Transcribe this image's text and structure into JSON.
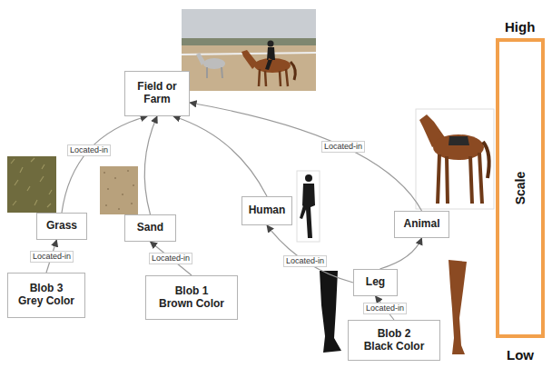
{
  "diagram": {
    "nodes": [
      {
        "text": [
          "Field or Farm"
        ]
      },
      {
        "text": [
          "Grass"
        ]
      },
      {
        "text": [
          "Sand"
        ]
      },
      {
        "text": [
          "Human"
        ]
      },
      {
        "text": [
          "Animal"
        ]
      },
      {
        "text": [
          "Blob 3 Grey Color"
        ]
      },
      {
        "text": [
          "Blob 1 Brown Color"
        ]
      },
      {
        "text": [
          "Leg"
        ]
      },
      {
        "text": [
          "Blob 2 Black Color"
        ]
      }
    ],
    "edges": [
      {
        "from": 1,
        "to": 0,
        "label": "Located-in",
        "arrow": "to"
      },
      {
        "from": 2,
        "to": 0,
        "arrow": "to"
      },
      {
        "from": 3,
        "to": 0,
        "arrow": "to"
      },
      {
        "from": 4,
        "to": 0,
        "label": "Located-in",
        "arrow": "to"
      },
      {
        "from": 5,
        "to": 1,
        "label": "Located-in",
        "arrow": "to"
      },
      {
        "from": 6,
        "to": 2,
        "label": "Located-in",
        "arrow": "to"
      },
      {
        "from": 7,
        "to": 3,
        "label": "Located-in",
        "arrow": "to"
      },
      {
        "from": 7,
        "to": 4,
        "arrow": "to"
      },
      {
        "from": 8,
        "to": 7,
        "label": "Located-in",
        "arrow": "to"
      }
    ],
    "labels": [
      "High",
      "Low",
      "Scale"
    ]
  }
}
